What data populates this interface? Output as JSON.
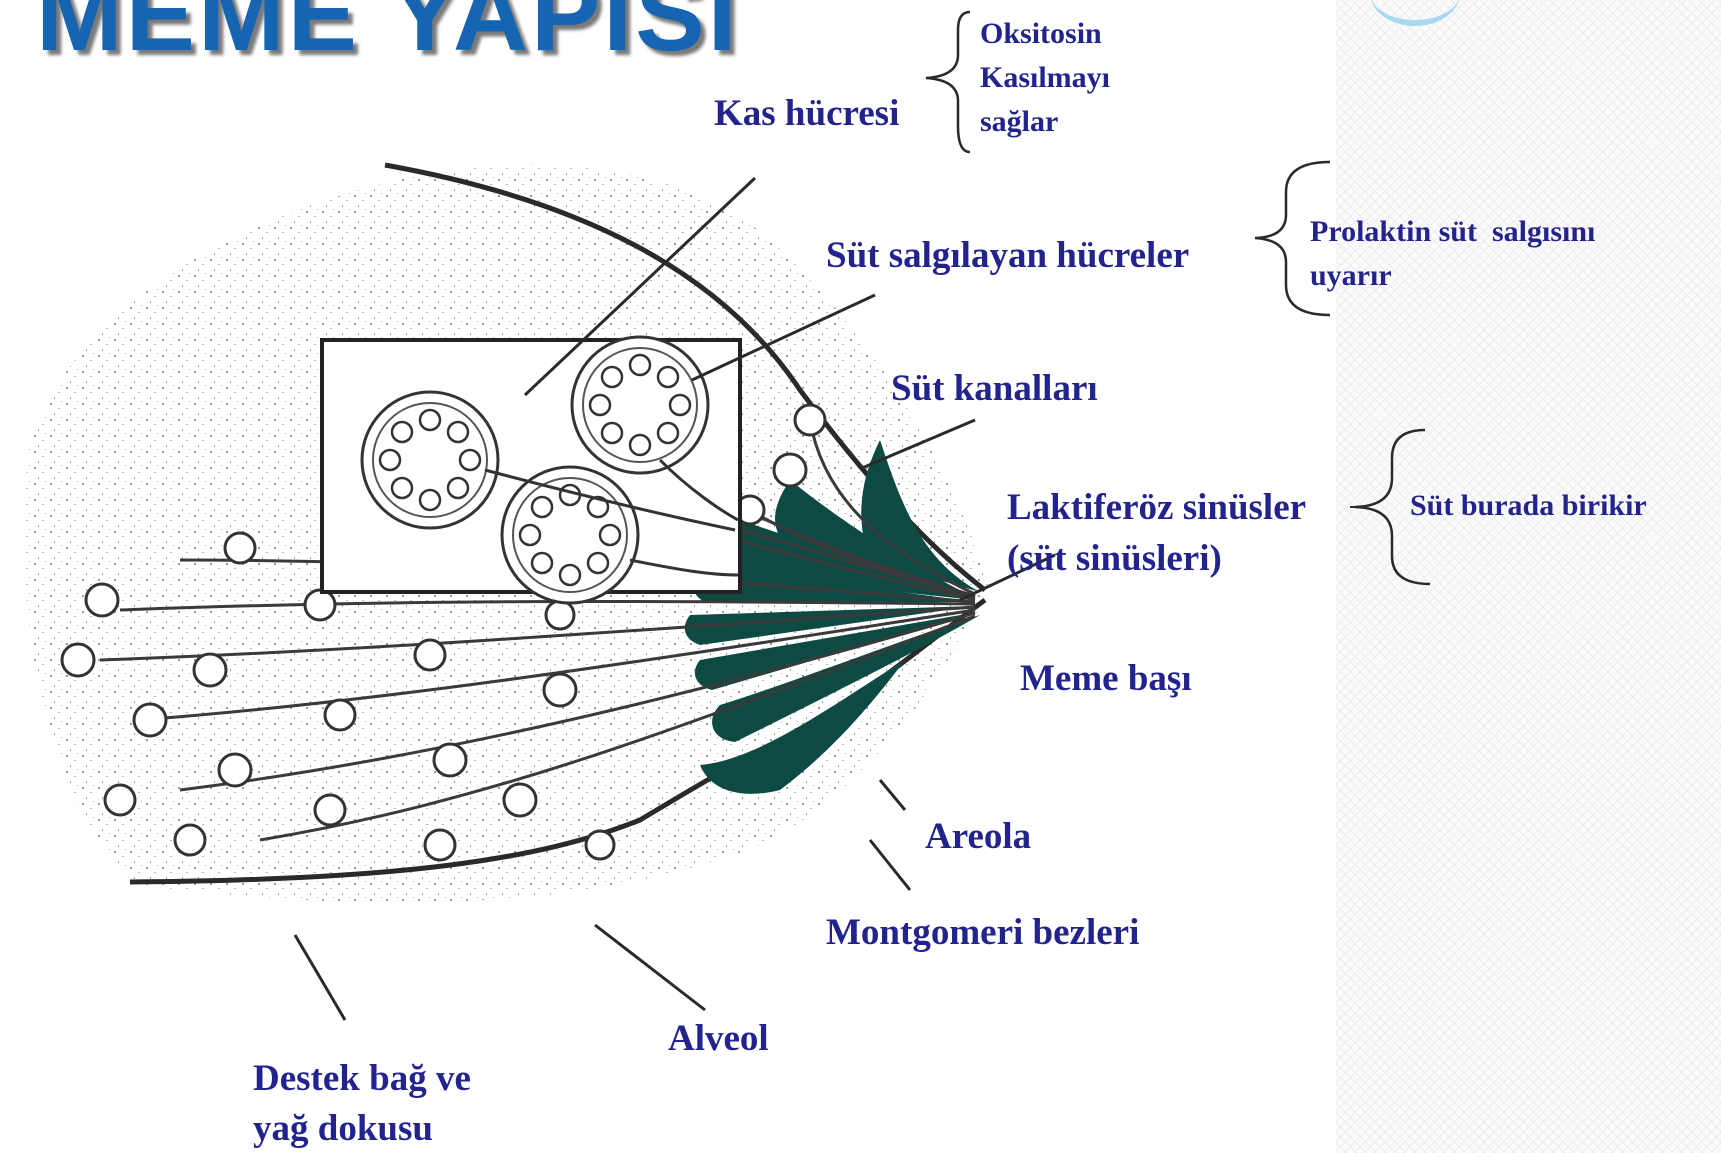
{
  "title": "MEME YAPISI",
  "colors": {
    "title": "#1565b3",
    "label": "#23238e",
    "tissue_dark": "#0e4a44",
    "ink": "#2a2a2a"
  },
  "labels": {
    "kas_hucresi": "Kas hücresi",
    "sut_salgilayan": "Süt salgılayan hücreler",
    "sut_kanallari": "Süt kanalları",
    "laktiferoz_line1": "Laktiferöz sinüsler",
    "laktiferoz_line2": "(süt sinüsleri)",
    "meme_basi": "Meme başı",
    "areola": "Areola",
    "montgomeri": "Montgomeri bezleri",
    "alveol": "Alveol",
    "destek_line1": "Destek bağ ve",
    "destek_line2": "yağ dokusu"
  },
  "notes": {
    "oksitosin": [
      "Oksitosin",
      "Kasılmayı",
      "sağlar"
    ],
    "prolaktin": [
      "Prolaktin süt  salgısını",
      "uyarır"
    ],
    "birikir": "Süt burada birikir"
  }
}
